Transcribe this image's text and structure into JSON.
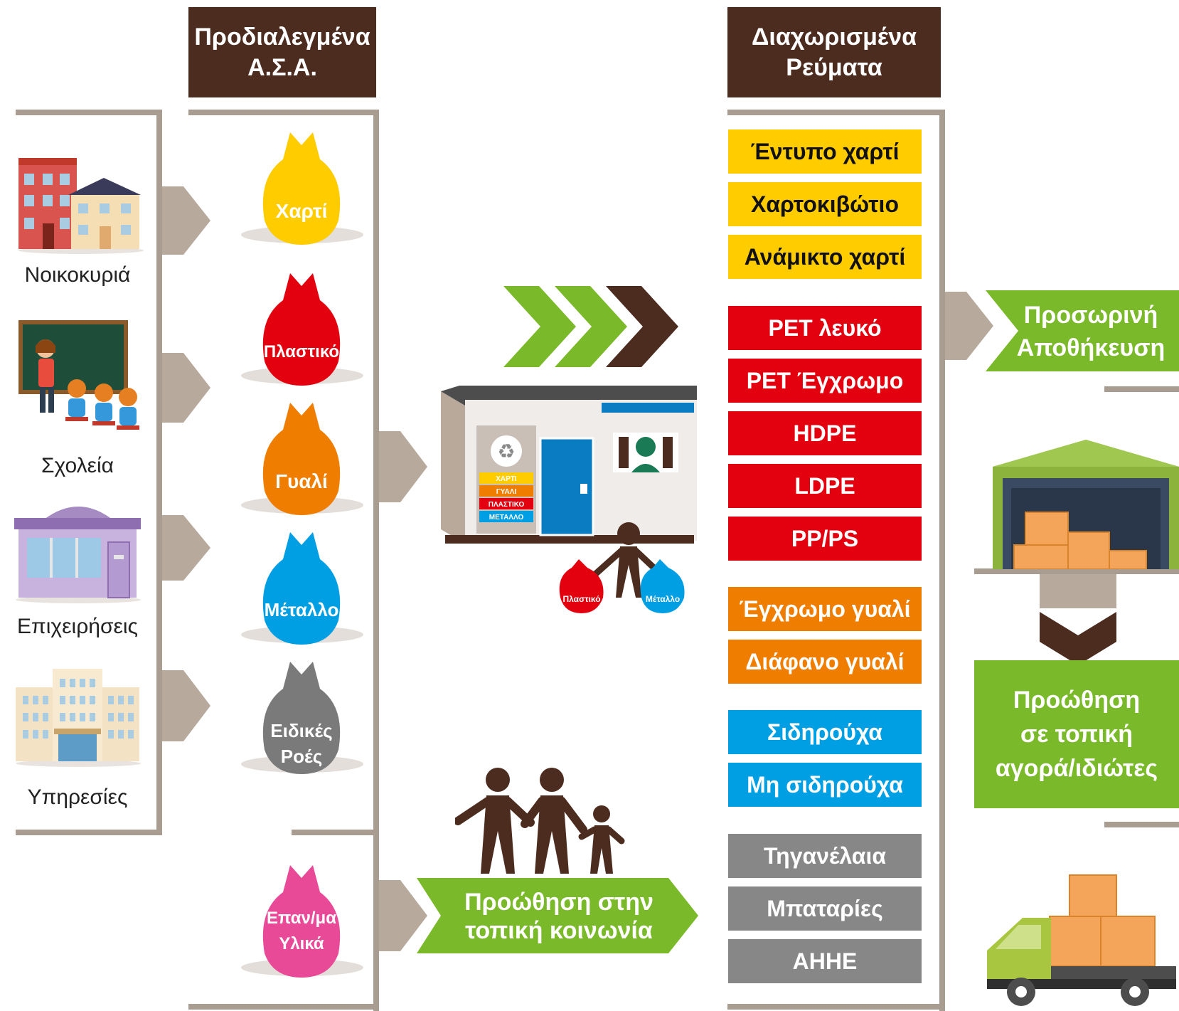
{
  "headers": {
    "preselected": "Προδιαλεγμένα\nΑ.Σ.Α.",
    "separated": "Διαχωρισμένα\nΡεύματα"
  },
  "sources": [
    {
      "label": "Νοικοκυριά",
      "icon": "houses-icon"
    },
    {
      "label": "Σχολεία",
      "icon": "classroom-icon"
    },
    {
      "label": "Επιχειρήσεις",
      "icon": "shop-icon"
    },
    {
      "label": "Υπηρεσίες",
      "icon": "office-building-icon"
    }
  ],
  "bags": [
    {
      "label": "Χαρτί",
      "color": "#ffcc00"
    },
    {
      "label": "Πλαστικό",
      "color": "#e3000f"
    },
    {
      "label": "Γυαλί",
      "color": "#ef7d00"
    },
    {
      "label": "Μέταλλο",
      "color": "#009fe3"
    },
    {
      "label": "Ειδικές\nΡοές",
      "color": "#7a7a7a"
    },
    {
      "label": "Επαν/μα\nΥλικά",
      "color": "#e94a97"
    }
  ],
  "kiosk": {
    "panel_items": [
      "ΧΑΡΤΙ",
      "ΓΥΑΛΙ",
      "ΠΛΑΣΤΙΚΟ",
      "ΜΕΤΑΛΛΟ"
    ],
    "person_bags": [
      "Πλαστικό",
      "Μέταλλο"
    ]
  },
  "streams": [
    {
      "label": "Έντυπο χαρτί",
      "group": "yellow"
    },
    {
      "label": "Χαρτοκιβώτιο",
      "group": "yellow"
    },
    {
      "label": "Ανάμικτο χαρτί",
      "group": "yellow"
    },
    {
      "label": "PET λευκό",
      "group": "red"
    },
    {
      "label": "PET Έγχρωμο",
      "group": "red"
    },
    {
      "label": "HDPE",
      "group": "red"
    },
    {
      "label": "LDPE",
      "group": "red"
    },
    {
      "label": "PP/PS",
      "group": "red"
    },
    {
      "label": "Έγχρωμο γυαλί",
      "group": "orange"
    },
    {
      "label": "Διάφανο γυαλί",
      "group": "orange"
    },
    {
      "label": "Σιδηρούχα",
      "group": "blue"
    },
    {
      "label": "Μη σιδηρούχα",
      "group": "blue"
    },
    {
      "label": "Τηγανέλαια",
      "group": "gray"
    },
    {
      "label": "Μπαταρίες",
      "group": "gray"
    },
    {
      "label": "ΑΗΗΕ",
      "group": "gray"
    }
  ],
  "outcomes": {
    "storage": "Προσωρινή\nΑποθήκευση",
    "market": "Προώθηση\nσε τοπική\nαγορά/ιδιώτες",
    "community": "Προώθηση στην\nτοπική κοινωνία"
  },
  "colors": {
    "brown": "#4d2c20",
    "frame": "#a99d92",
    "green": "#7ab929"
  }
}
